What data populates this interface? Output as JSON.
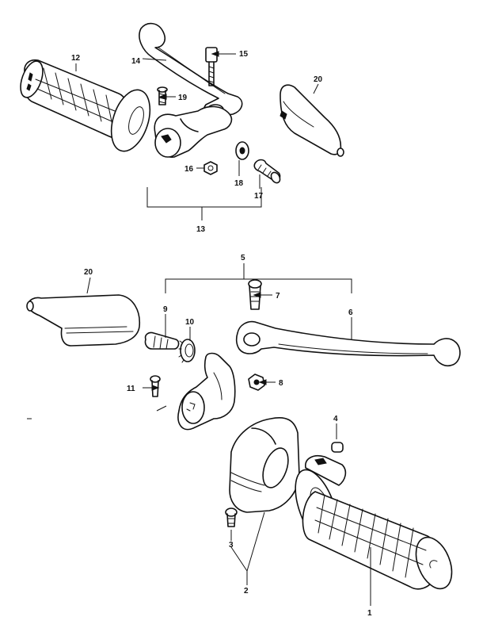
{
  "colors": {
    "ink": "#111111",
    "paper": "#ffffff"
  },
  "parts": {
    "p1": "1",
    "p2": "2",
    "p3": "3",
    "p4": "4",
    "p5": "5",
    "p6": "6",
    "p7": "7",
    "p8": "8",
    "p9": "9",
    "p10": "10",
    "p11": "11",
    "p12": "12",
    "p13": "13",
    "p14": "14",
    "p15": "15",
    "p16": "16",
    "p17": "17",
    "p18": "18",
    "p19": "19",
    "p20a": "20",
    "p20b": "20"
  }
}
